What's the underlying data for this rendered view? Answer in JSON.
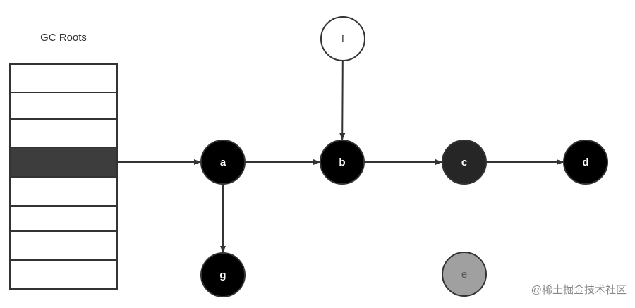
{
  "roots_title": "GC Roots",
  "watermark": "@稀土掘金技术社区",
  "root_stack": {
    "slot_count": 8,
    "highlighted_slot": 3,
    "highlight_color": "#3d3d3d"
  },
  "nodes": [
    {
      "id": "a",
      "label": "a",
      "fill": "#000000",
      "text_color": "#ffffff",
      "bold": true
    },
    {
      "id": "b",
      "label": "b",
      "fill": "#000000",
      "text_color": "#ffffff",
      "bold": true
    },
    {
      "id": "c",
      "label": "c",
      "fill": "#262626",
      "text_color": "#ffffff",
      "bold": true
    },
    {
      "id": "d",
      "label": "d",
      "fill": "#000000",
      "text_color": "#ffffff",
      "bold": true
    },
    {
      "id": "f",
      "label": "f",
      "fill": "#ffffff",
      "text_color": "#333333",
      "bold": false
    },
    {
      "id": "g",
      "label": "g",
      "fill": "#000000",
      "text_color": "#ffffff",
      "bold": true
    },
    {
      "id": "e",
      "label": "e",
      "fill": "#a0a0a0",
      "text_color": "#555555",
      "bold": false
    }
  ],
  "edges": [
    {
      "from": "root-slot-3",
      "to": "a"
    },
    {
      "from": "a",
      "to": "b"
    },
    {
      "from": "b",
      "to": "c"
    },
    {
      "from": "c",
      "to": "d"
    },
    {
      "from": "f",
      "to": "b"
    },
    {
      "from": "a",
      "to": "g"
    }
  ],
  "colors": {
    "stroke": "#333333",
    "edge": "#333333"
  }
}
